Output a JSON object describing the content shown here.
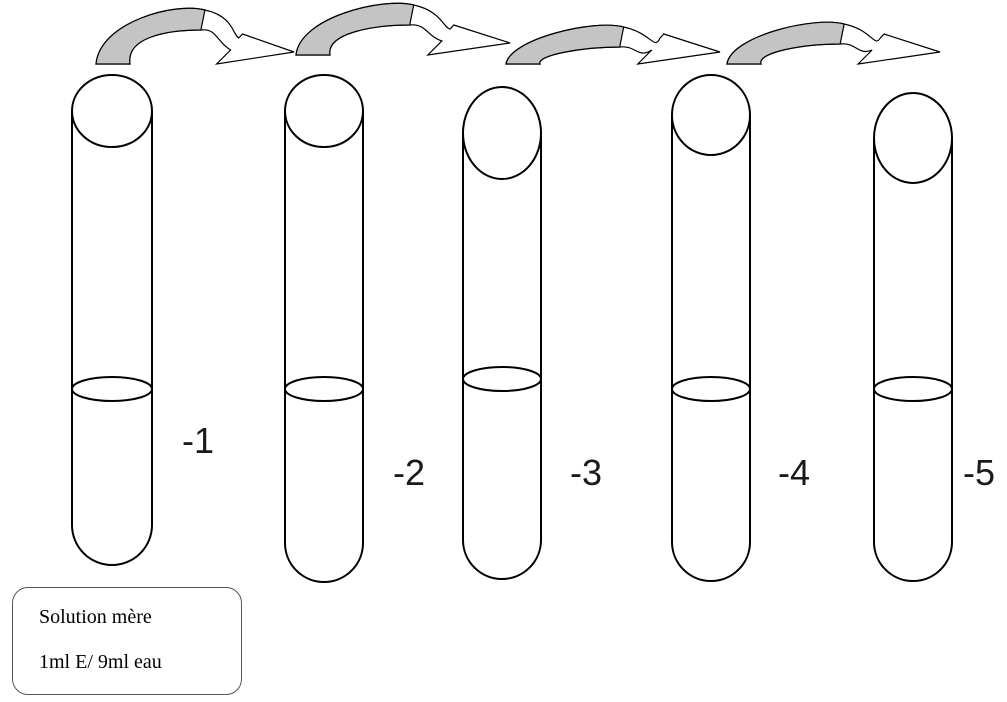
{
  "diagram": {
    "tubes": [
      {
        "label": "-1"
      },
      {
        "label": "-2"
      },
      {
        "label": "-3"
      },
      {
        "label": "-4"
      },
      {
        "label": "-5"
      }
    ],
    "transfers": [
      {
        "from": "-1",
        "to": "-2"
      },
      {
        "from": "-2",
        "to": "-3"
      },
      {
        "from": "-3",
        "to": "-4"
      },
      {
        "from": "-4",
        "to": "-5"
      }
    ],
    "stock_note": {
      "line1": "Solution mère",
      "line2": "1ml E/ 9ml eau"
    }
  },
  "colors": {
    "outline": "#000000",
    "arrow_fill": "#c4c4c4",
    "background": "#ffffff"
  }
}
